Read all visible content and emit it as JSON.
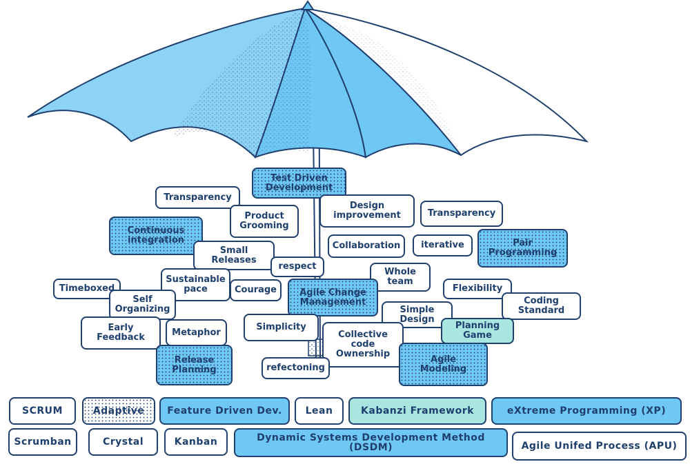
{
  "colors": {
    "outline": "#1f3f6e",
    "umbrella_light": "#8dd3f7",
    "umbrella_dark": "#6fc8f4",
    "box_blue": "#6fc8f4",
    "box_teal": "#a9e6df",
    "box_white": "#ffffff"
  },
  "diagram": {
    "nodes": {
      "tdd": "Test Driven\nDevelopment",
      "transparency_left": "Transparency",
      "product_grooming": "Product\nGrooming",
      "design_improvement": "Design\nimprovement",
      "transparency_right": "Transparency",
      "continuous_integration": "Continuous\nintegration",
      "collaboration": "Collaboration",
      "iterative": "iterative",
      "pair_programming": "Pair\nProgramming",
      "small_releases": "Small\nReleases",
      "respect": "respect",
      "whole_team": "Whole\nteam",
      "timeboxed": "Timeboxed",
      "sustainable_pace": "Sustainable\npace",
      "courage": "Courage",
      "agile_change_management": "Agile Change\nManagement",
      "flexibility": "Flexibility",
      "coding_standard": "Coding\nStandard",
      "self_organizing": "Self\nOrganizing",
      "simple_design": "Simple\nDesign",
      "early_feedback": "Early\nFeedback",
      "metaphor": "Metaphor",
      "simplicity": "Simplicity",
      "collective_code_ownership": "Collective\ncode\nOwnership",
      "planning_game": "Planning\nGame",
      "release_planning": "Release\nPlanning",
      "refectoning": "refectoning",
      "agile_modeling": "Agile\nModeling"
    },
    "frameworks": {
      "scrum": "SCRUM",
      "adaptive": "Adaptive",
      "fdd": "Feature Driven Dev.",
      "lean": "Lean",
      "kabanzi": "Kabanzi Framework",
      "xp": "eXtreme Programming (XP)",
      "scrumban": "Scrumban",
      "crystal": "Crystal",
      "kanban": "Kanban",
      "dsdm": "Dynamic Systems Development Method (DSDM)",
      "apu": "Agile Unifed Process (APU)"
    }
  }
}
